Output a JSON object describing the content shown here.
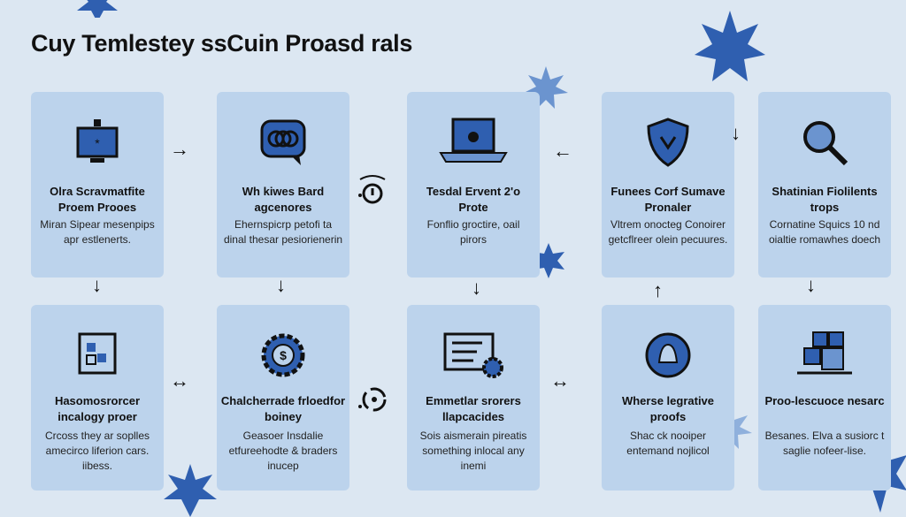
{
  "title": "Cuy Temlestey ssCuin Proasd rals",
  "cards": [
    {
      "title": "Olra Scravmatfite Proem Prooes",
      "text": "Miran Sipear mesenpips apr estlenerts.",
      "icon": "computer-icon"
    },
    {
      "title": "Wh kiwes Bard agcenores",
      "text": "Ehernspicrp petofi ta dinal thesar pesiorienerin",
      "icon": "chat-bubble-icon"
    },
    {
      "title": "Tesdal Ervent 2'o Prote",
      "text": "Fonflio groctire, oail pirors",
      "icon": "laptop-lock-icon"
    },
    {
      "title": "Funees Corf Sumave Pronaler",
      "text": "Vltrem onocteg Conoirer getcflreer olein pecuures.",
      "icon": "shield-icon"
    },
    {
      "title": "Shatinian Fiolilents trops",
      "text": "Cornatine Squics 10 nd oialtie romawhes doech",
      "icon": "magnifier-icon"
    },
    {
      "title": "Hasomosrorcer incalogy proer",
      "text": "Crcoss they ar soplles amecirco liferion cars. iibess.",
      "icon": "document-grid-icon"
    },
    {
      "title": "Chalcherrade frloedfor boiney",
      "text": "Geasoer Insdalie etfureehodte & braders inucep",
      "icon": "dollar-gear-icon"
    },
    {
      "title": "Emmetlar srorers llapcacides",
      "text": "Sois aismerain pireatis something inlocal any inemi",
      "icon": "form-gear-icon"
    },
    {
      "title": "Wherse legrative proofs",
      "text": "Shac ck nooiper entemand nojlicol",
      "icon": "bell-icon"
    },
    {
      "title": "Proo-lescuoce nesarc",
      "text": "Besanes. Elva a susiorc t saglie nofeer-lise.",
      "icon": "blocks-icon"
    }
  ],
  "arrows": {
    "right": "→",
    "left": "←",
    "down": "↓",
    "up": "↑",
    "both": "↔"
  },
  "colors": {
    "background": "#dce7f2",
    "card": "#bcd3ec",
    "accent": "#2f5fb0"
  }
}
